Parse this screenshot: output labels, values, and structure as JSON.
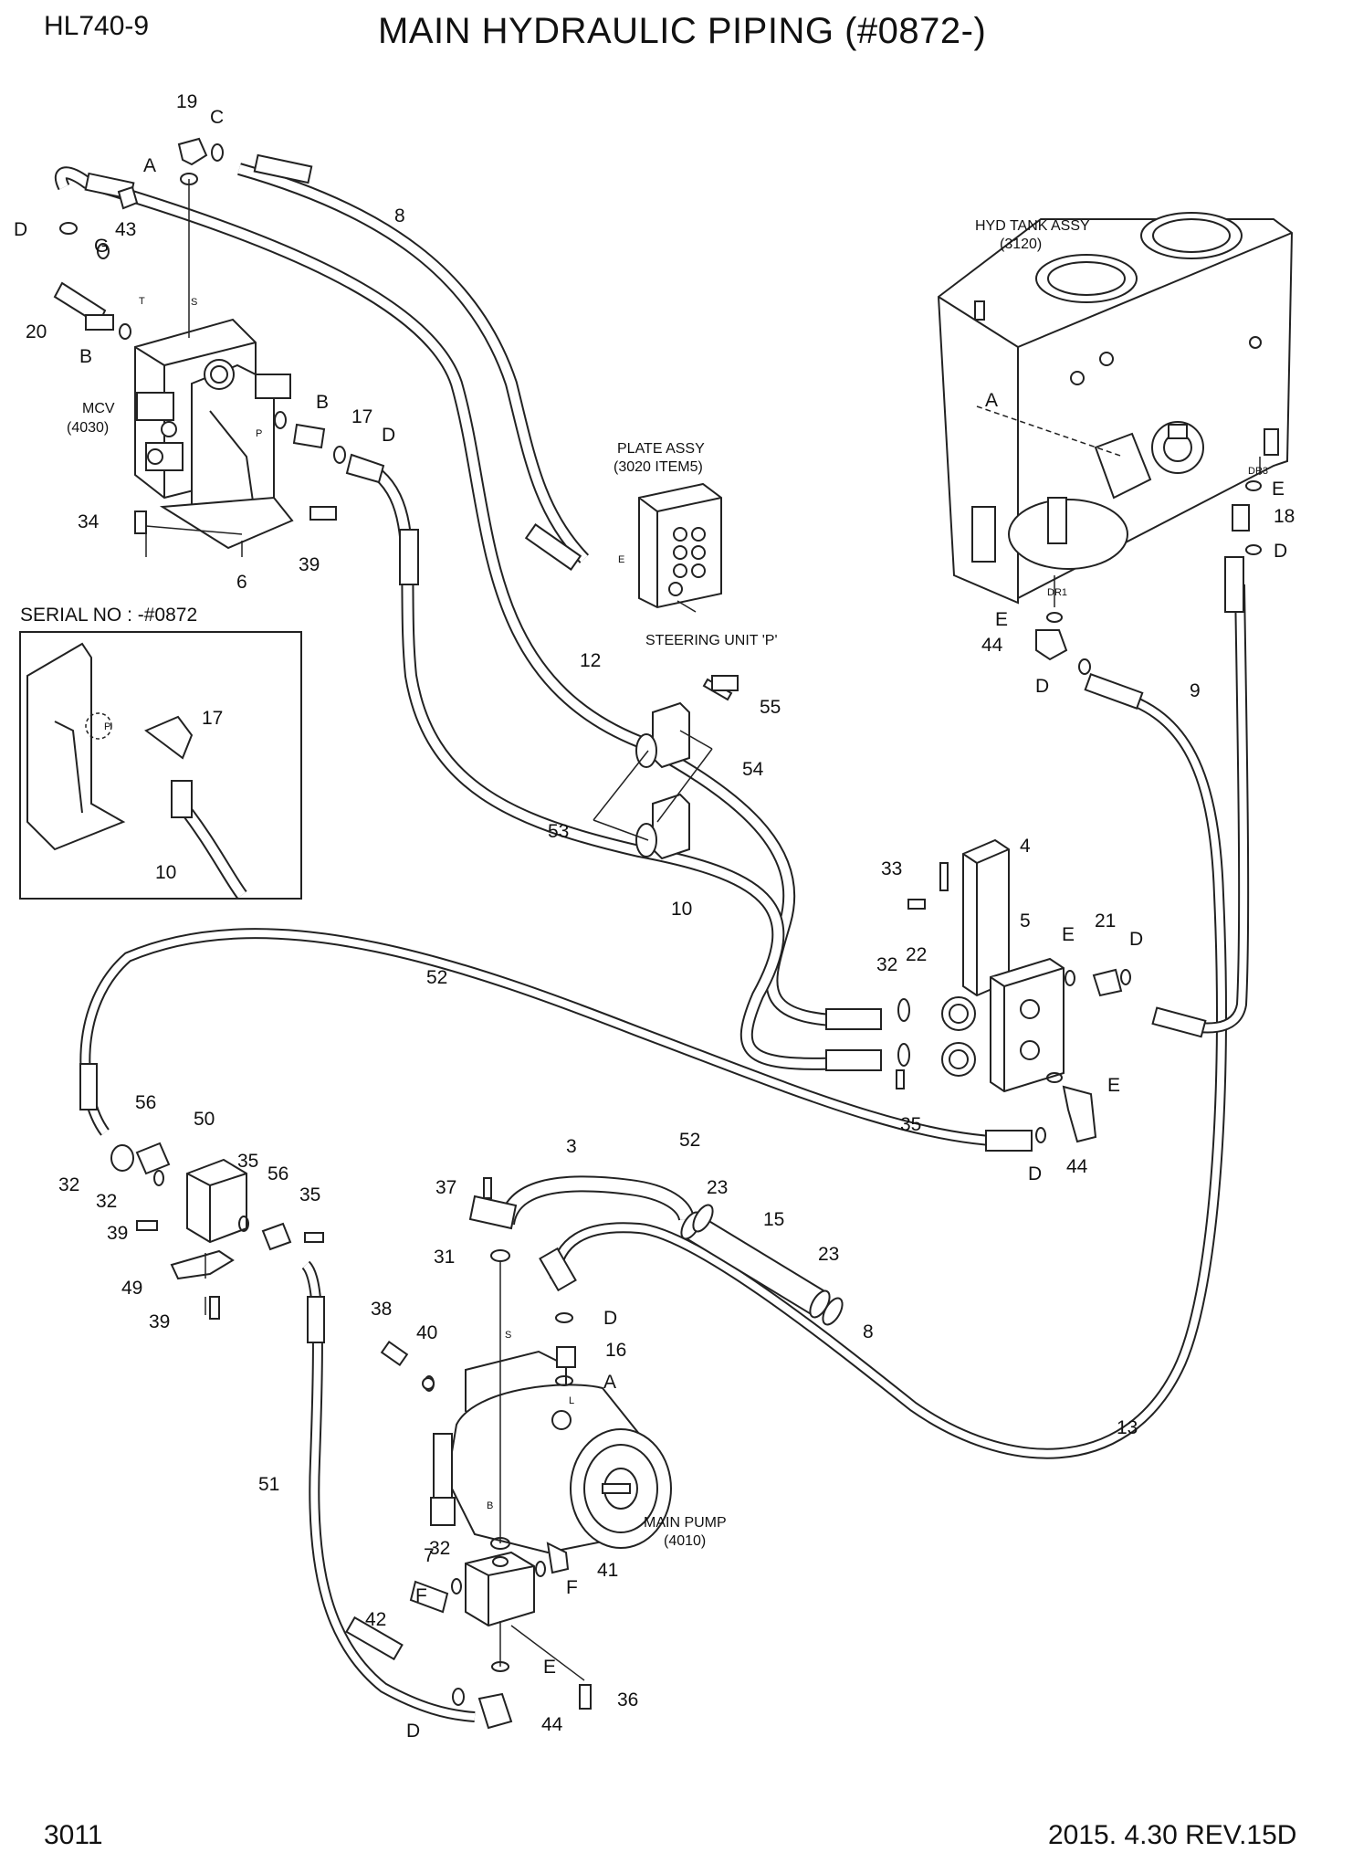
{
  "header": {
    "model": "HL740-9",
    "title": "MAIN HYDRAULIC PIPING (#0872-)"
  },
  "footer": {
    "page_number": "3011",
    "revision": "2015. 4.30  REV.15D"
  },
  "component_labels": {
    "mcv": "MCV",
    "mcv_no": "(4030)",
    "hyd_tank": "HYD TANK ASSY",
    "hyd_tank_no": "(3120)",
    "plate_assy": "PLATE ASSY",
    "plate_assy_no": "(3020 ITEM5)",
    "steering_unit": "STEERING UNIT 'P'",
    "main_pump": "MAIN PUMP",
    "main_pump_no": "(4010)",
    "serial_no": "SERIAL NO : -#0872"
  },
  "port_labels": {
    "s": "S",
    "t": "T",
    "p": "P",
    "e": "E",
    "l": "L",
    "b": "B",
    "dr1": "DR1",
    "dr3": "DR3"
  },
  "callouts": [
    "19",
    "C",
    "A",
    "D",
    "43",
    "G",
    "20",
    "B",
    "8",
    "MCV",
    "B",
    "17",
    "D",
    "34",
    "39",
    "6",
    "17",
    "10",
    "12",
    "55",
    "54",
    "53",
    "10",
    "33",
    "4",
    "5",
    "E",
    "21",
    "D",
    "32",
    "22",
    "35",
    "E",
    "52",
    "56",
    "50",
    "32",
    "35",
    "32",
    "39",
    "49",
    "39",
    "56",
    "35",
    "3",
    "37",
    "23",
    "15",
    "23",
    "31",
    "D",
    "A",
    "16",
    "A",
    "38",
    "40",
    "51",
    "32",
    "F",
    "41",
    "7",
    "F",
    "42",
    "E",
    "36",
    "D",
    "44",
    "13",
    "D",
    "44",
    "9",
    "18",
    "D",
    "E",
    "E",
    "44",
    "D"
  ]
}
